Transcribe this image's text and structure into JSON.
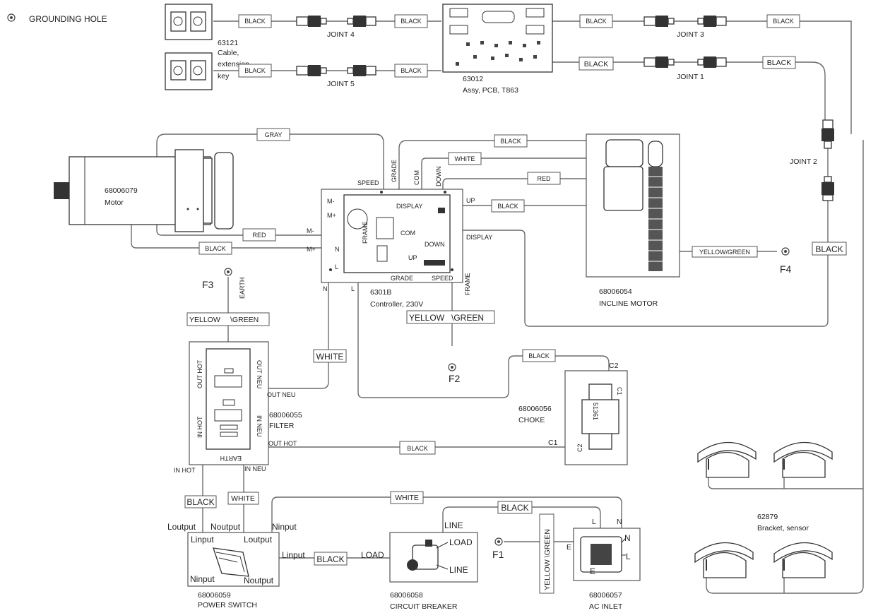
{
  "legend": {
    "symbol_icon": "grounding-hole-icon",
    "text": "GROUNDING HOLE"
  },
  "key_cable": {
    "part": "63121",
    "l1": "Cable,",
    "l2": "extension",
    "l3": "key"
  },
  "pcb": {
    "part": "63012",
    "desc": "Assy, PCB, T863"
  },
  "motor": {
    "part": "68006079",
    "desc": "Motor"
  },
  "controller": {
    "part": "6301B",
    "desc": "Controller, 230V",
    "pins": {
      "mminus": "M-",
      "mplus": "M+",
      "display": "DISPLAY",
      "frame_in": "FRAME",
      "com": "COM",
      "down": "DOWN",
      "up": "UP",
      "n": "N",
      "l": "L",
      "grade": "GRADE",
      "speed": "SPEED"
    },
    "ext": {
      "speed": "SPEED",
      "grade": "GRADE",
      "com": "COM",
      "down": "DOWN",
      "up": "UP",
      "display": "DISPLAY",
      "frame": "FRAME",
      "n": "N",
      "l": "L",
      "mminus": "M-",
      "mplus": "M+"
    }
  },
  "incline": {
    "part": "68006054",
    "desc": "INCLINE MOTOR"
  },
  "filter": {
    "part": "68006055",
    "desc": "FILTER",
    "pins": {
      "out_hot": "OUT HOT",
      "out_neu": "OUT NEU",
      "in_hot": "IN HOT",
      "in_neu": "IN NEU",
      "earth": "EARTH"
    },
    "ext": {
      "out_neu": "OUT NEU",
      "out_hot": "OUT HOT",
      "in_hot": "IN HOT",
      "in_neu": "IN NEU"
    }
  },
  "choke": {
    "part": "68006056",
    "desc": "CHOKE",
    "c1": "C1",
    "c2": "C2",
    "code": "51361"
  },
  "bracket": {
    "part": "62879",
    "desc": "Bracket, sensor"
  },
  "power_switch": {
    "part": "68006059",
    "desc": "POWER SWITCH",
    "pins": {
      "linput": "Linput",
      "loutput": "Loutput",
      "ninput": "Ninput",
      "noutput": "Noutput"
    },
    "ext": {
      "loutput": "Loutput",
      "noutput": "Noutput",
      "ninput": "Ninput",
      "linput": "Linput"
    }
  },
  "breaker": {
    "part": "68006058",
    "desc": "CIRCUIT BREAKER",
    "line": "LINE",
    "load": "LOAD",
    "line_in": "LINE",
    "load_in": "LOAD"
  },
  "ac_inlet": {
    "part": "68006057",
    "desc": "AC INLET",
    "l": "L",
    "n": "N",
    "e": "E",
    "n_in": "N",
    "l_in": "L",
    "e_in": "E"
  },
  "joints": {
    "j1": "JOINT 1",
    "j2": "JOINT 2",
    "j3": "JOINT 3",
    "j4": "JOINT 4",
    "j5": "JOINT 5"
  },
  "grounds": {
    "f1": "F1",
    "f2": "F2",
    "f3": "F3",
    "f4": "F4",
    "earth": "EARTH"
  },
  "wires": {
    "k1": "BLACK",
    "j4r": "BLACK",
    "k2": "BLACK",
    "j5r": "BLACK",
    "pcb_r1": "BLACK",
    "j3r": "BLACK",
    "pcb_r2": "BLACK",
    "j1r": "BLACK",
    "gray": "GRAY",
    "red_motor": "RED",
    "black_motor": "BLACK",
    "black_incline": "BLACK",
    "white_incline": "WHITE",
    "red_incline": "RED",
    "black_up": "BLACK",
    "yg_incline": "YELLOW/GREEN",
    "black_j2": "BLACK",
    "yg_f3a": "YELLOW",
    "yg_f3b": "\\GREEN",
    "yg_f2a": "YELLOW",
    "yg_f2b": "\\GREEN",
    "white_filter": "WHITE",
    "black_choke": "BLACK",
    "black_outhot": "BLACK",
    "black_inhot": "BLACK",
    "white_inneu": "WHITE",
    "white_top": "WHITE",
    "black_ac": "BLACK",
    "black_load": "BLACK",
    "yg_f1": "YELLOW \\GREEN"
  }
}
